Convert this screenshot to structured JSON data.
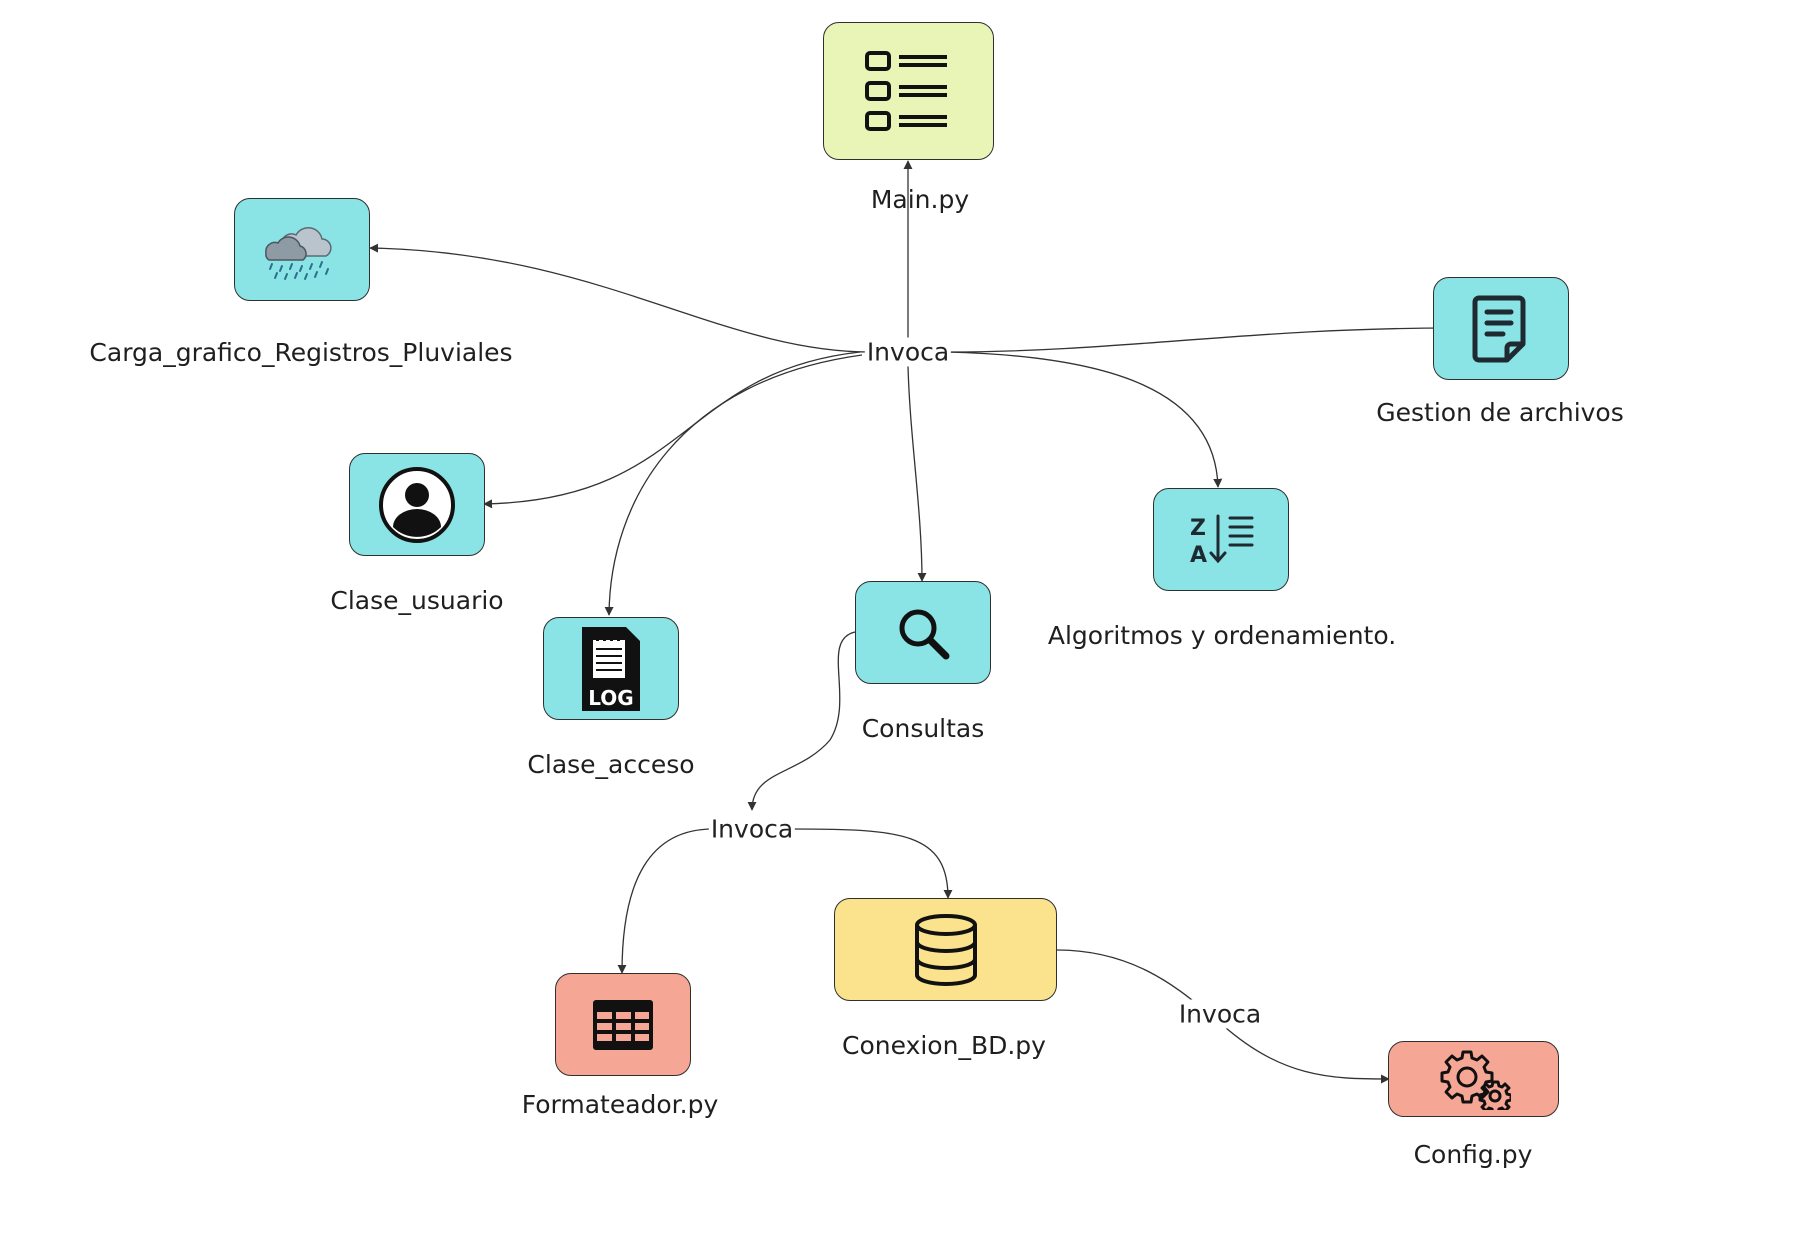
{
  "colors": {
    "main_fill": "#e8f5b6",
    "module_fill": "#8ae4e6",
    "db_fill": "#fbe38e",
    "util_fill": "#f6a695",
    "edge": "#333333"
  },
  "nodes": {
    "main": {
      "label": "Main.py",
      "icon": "checklist-icon"
    },
    "rain": {
      "label": "Carga_grafico_Registros_Pluviales",
      "icon": "rain-cloud-icon"
    },
    "files": {
      "label": "Gestion de archivos",
      "icon": "document-icon"
    },
    "user": {
      "label": "Clase_usuario",
      "icon": "user-avatar-icon"
    },
    "sort": {
      "label": "Algoritmos y ordenamiento.",
      "icon": "sort-za-icon"
    },
    "access": {
      "label": "Clase_acceso",
      "icon": "log-file-icon"
    },
    "queries": {
      "label": "Consultas",
      "icon": "search-icon"
    },
    "db": {
      "label": "Conexion_BD.py",
      "icon": "database-icon"
    },
    "formatter": {
      "label": "Formateador.py",
      "icon": "table-icon"
    },
    "config": {
      "label": "Config.py",
      "icon": "gears-icon"
    }
  },
  "edge_labels": {
    "hub_main": "Invoca",
    "hub_queries": "Invoca",
    "db_config": "Invoca"
  },
  "icons": {
    "log_text": "LOG",
    "sort_letter_top": "Z",
    "sort_letter_bottom": "A"
  }
}
